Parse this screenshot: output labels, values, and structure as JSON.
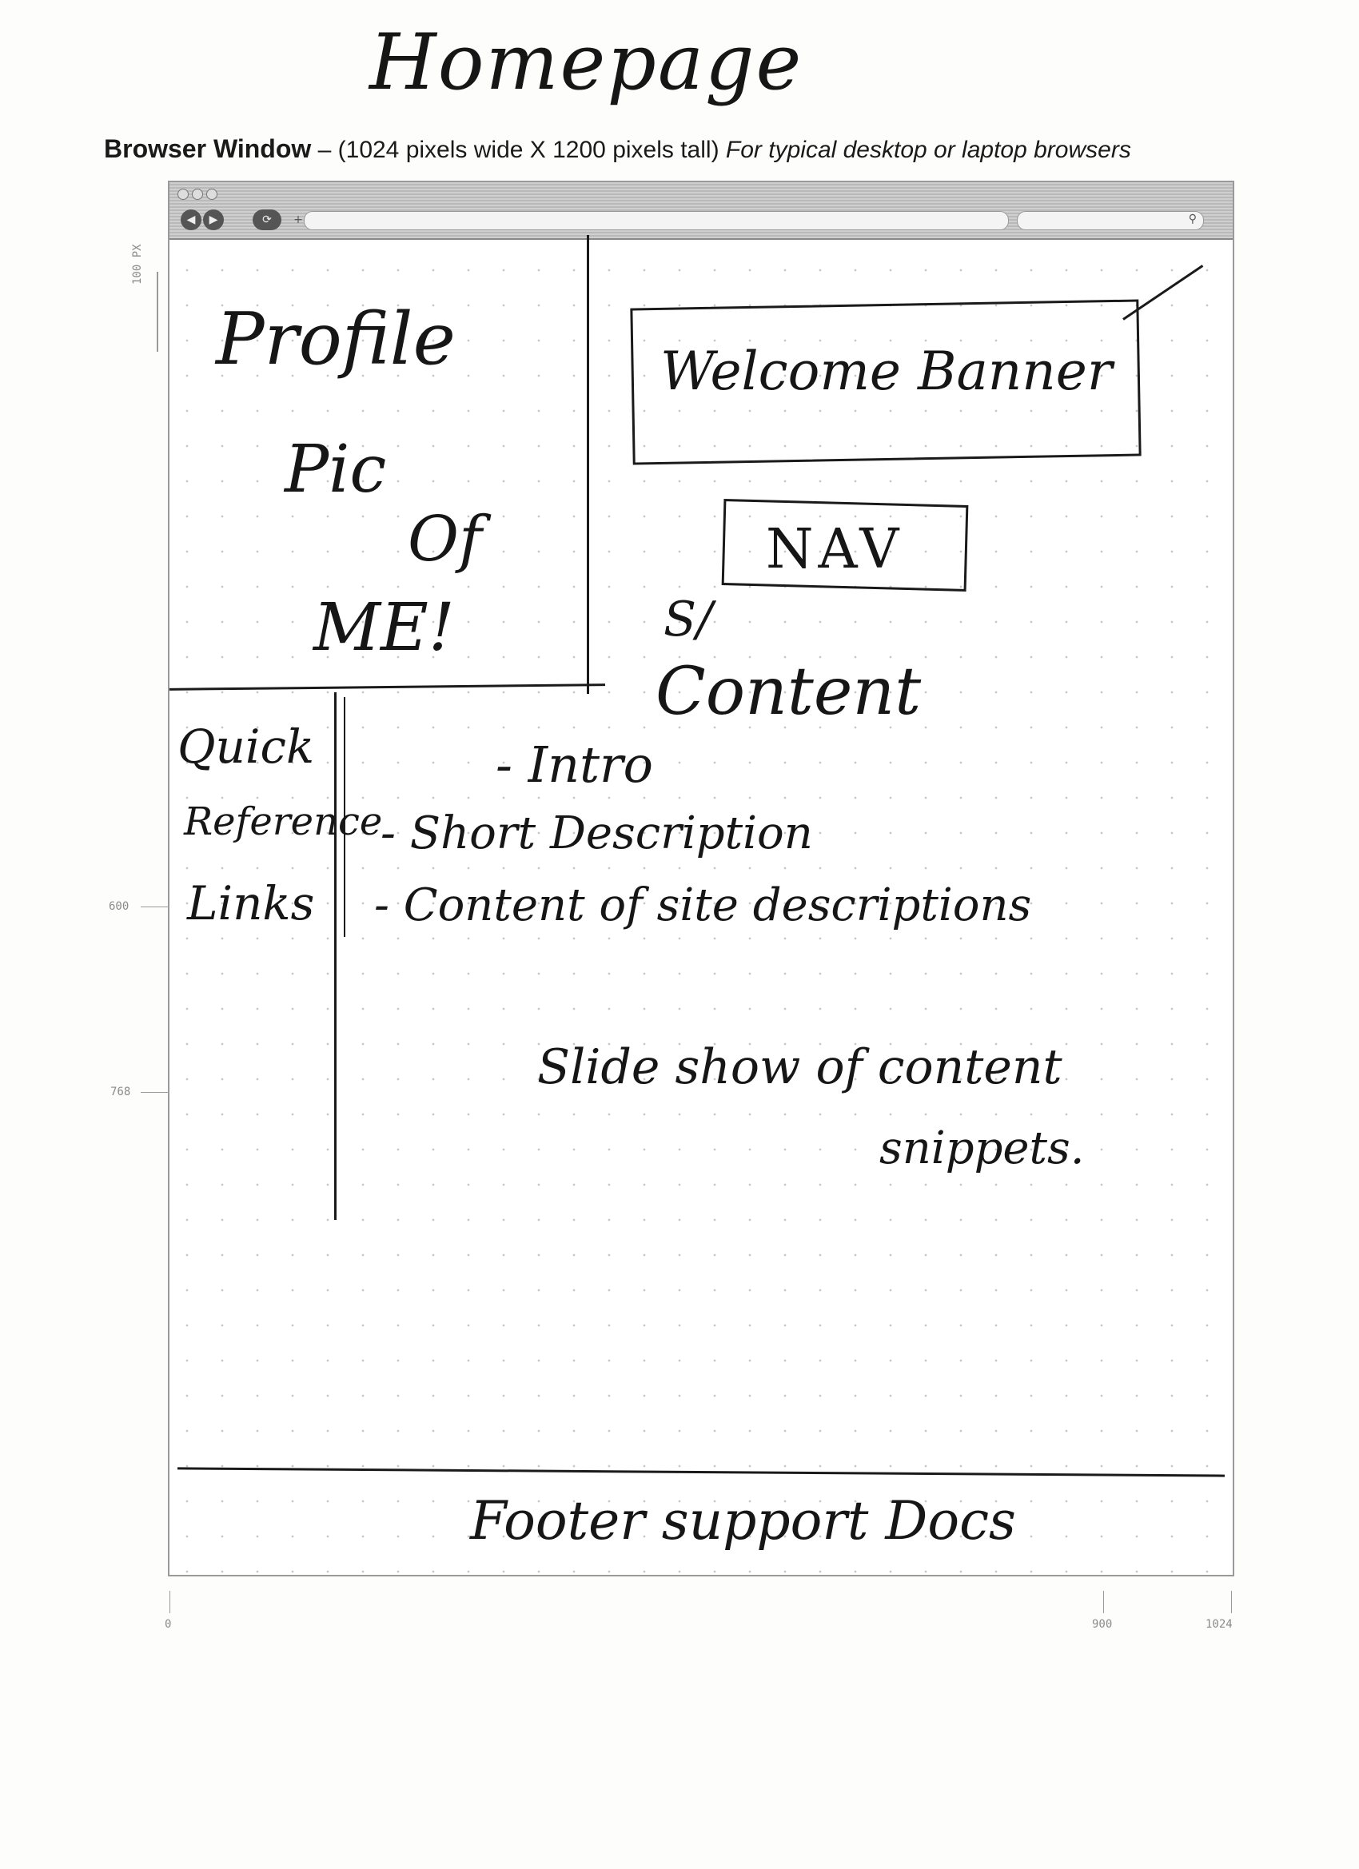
{
  "sheet": {
    "title": "Homepage",
    "caption_bold": "Browser Window",
    "caption_dash": " – ",
    "caption_dims": "(1024 pixels wide X 1200 pixels tall)",
    "caption_italic": "For typical desktop or laptop browsers"
  },
  "ruler": {
    "top_marker": "100 PX",
    "left_600": "600",
    "left_768": "768",
    "bottom_0": "0",
    "bottom_900": "900",
    "bottom_1024": "1024"
  },
  "sketch": {
    "profile_line1": "Profile",
    "profile_line2": "Pic",
    "profile_line3": "Of",
    "profile_line4": "ME!",
    "welcome_banner": "Welcome Banner",
    "nav": "NAV",
    "content_prefix": "S/",
    "content_heading": "Content",
    "sidebar_line1": "Quick",
    "sidebar_line2": "Reference",
    "sidebar_line3": "Links",
    "content_item1": "- Intro",
    "content_item2": "- Short Description",
    "content_item3": "- Content of site descriptions",
    "slideshow_line1": "Slide show of content",
    "slideshow_line2": "snippets.",
    "footer": "Footer support Docs"
  }
}
